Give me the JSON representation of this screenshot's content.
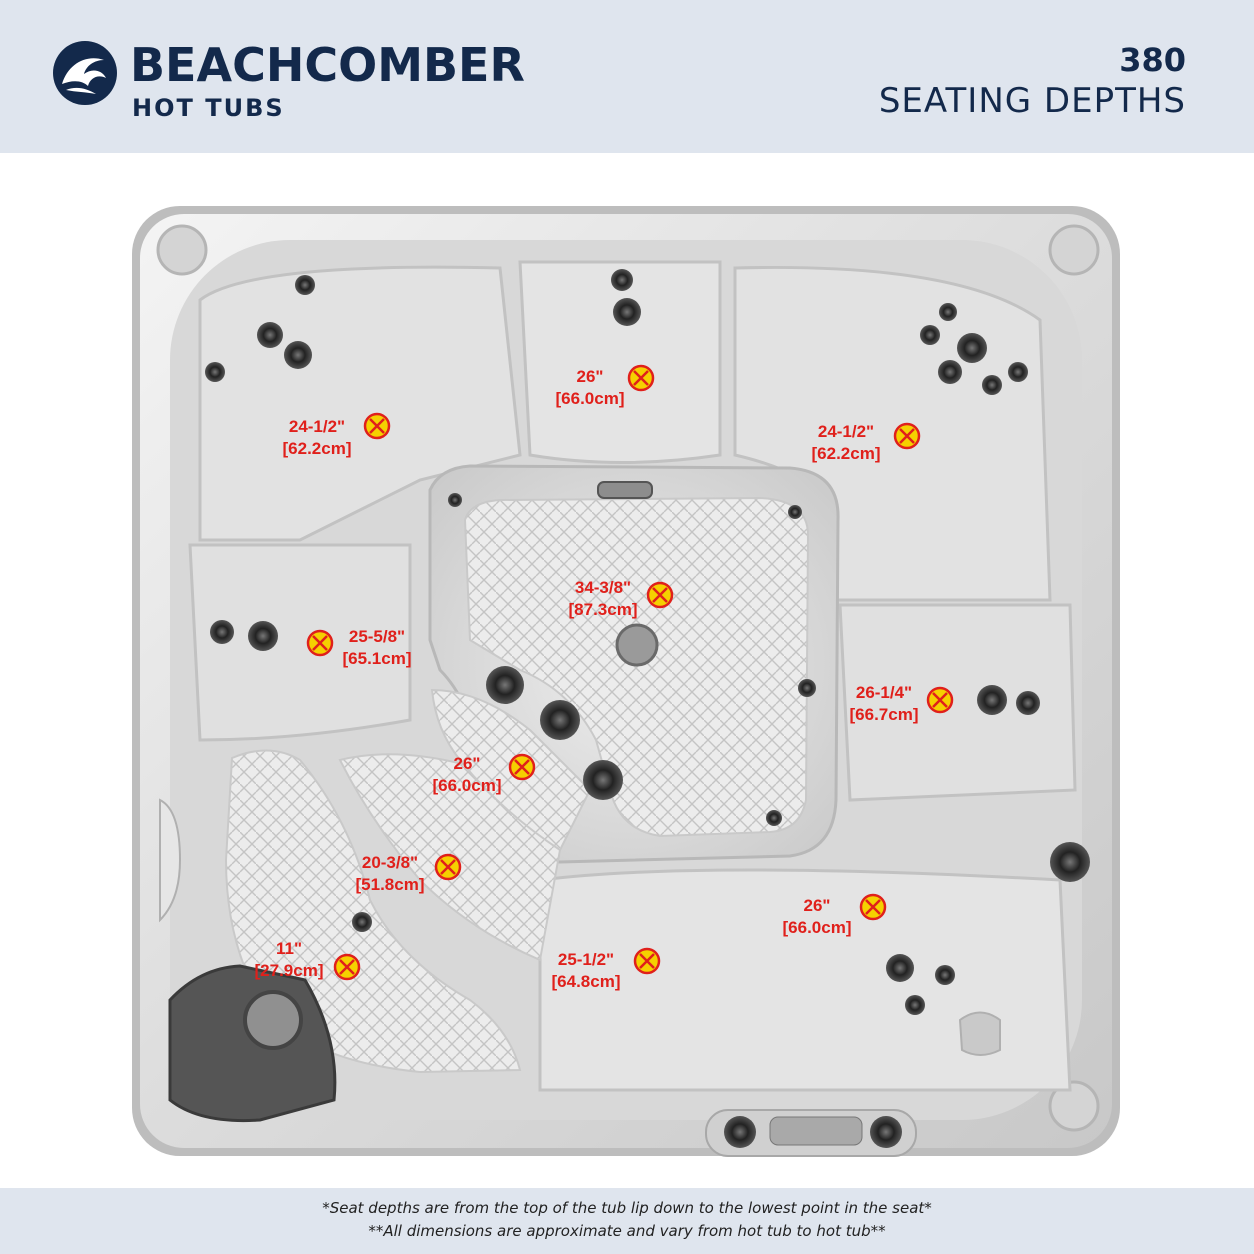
{
  "brand": {
    "name": "BEACHCOMBER",
    "sub": "HOT TUBS"
  },
  "model": "380",
  "title": "SEATING DEPTHS",
  "seats": [
    {
      "depth": "26\"",
      "metric": "[66.0cm]"
    },
    {
      "depth": "24-1/2\"",
      "metric": "[62.2cm]"
    },
    {
      "depth": "24-1/2\"",
      "metric": "[62.2cm]"
    },
    {
      "depth": "34-3/8\"",
      "metric": "[87.3cm]"
    },
    {
      "depth": "25-5/8\"",
      "metric": "[65.1cm]"
    },
    {
      "depth": "26-1/4\"",
      "metric": "[66.7cm]"
    },
    {
      "depth": "26\"",
      "metric": "[66.0cm]"
    },
    {
      "depth": "20-3/8\"",
      "metric": "[51.8cm]"
    },
    {
      "depth": "26\"",
      "metric": "[66.0cm]"
    },
    {
      "depth": "11\"",
      "metric": "[27.9cm]"
    },
    {
      "depth": "25-1/2\"",
      "metric": "[64.8cm]"
    }
  ],
  "footnotes": [
    "*Seat depths are from the top of the tub lip down to the lowest point in the seat*",
    "**All dimensions are approximate and vary from hot tub to hot tub**"
  ],
  "colors": {
    "brand": "#13294b",
    "label": "#e0201b",
    "marker": "#f5d000",
    "band": "#dfe5ee"
  }
}
